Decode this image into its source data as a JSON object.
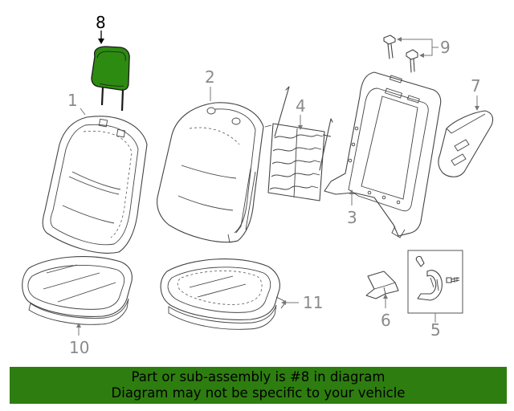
{
  "diagram": {
    "callouts": [
      {
        "id": "1",
        "text": "1"
      },
      {
        "id": "2",
        "text": "2"
      },
      {
        "id": "3",
        "text": "3"
      },
      {
        "id": "4",
        "text": "4"
      },
      {
        "id": "5",
        "text": "5"
      },
      {
        "id": "6",
        "text": "6"
      },
      {
        "id": "7",
        "text": "7"
      },
      {
        "id": "8",
        "text": "8"
      },
      {
        "id": "9",
        "text": "9"
      },
      {
        "id": "10",
        "text": "10"
      },
      {
        "id": "11",
        "text": "11"
      }
    ],
    "highlight_color": "#2e8b12",
    "highlighted_part": "8"
  },
  "banner": {
    "line1": "Part or sub-assembly is #8 in diagram",
    "line2": "Diagram may not be specific to your vehicle",
    "background": "#2e7d10"
  }
}
